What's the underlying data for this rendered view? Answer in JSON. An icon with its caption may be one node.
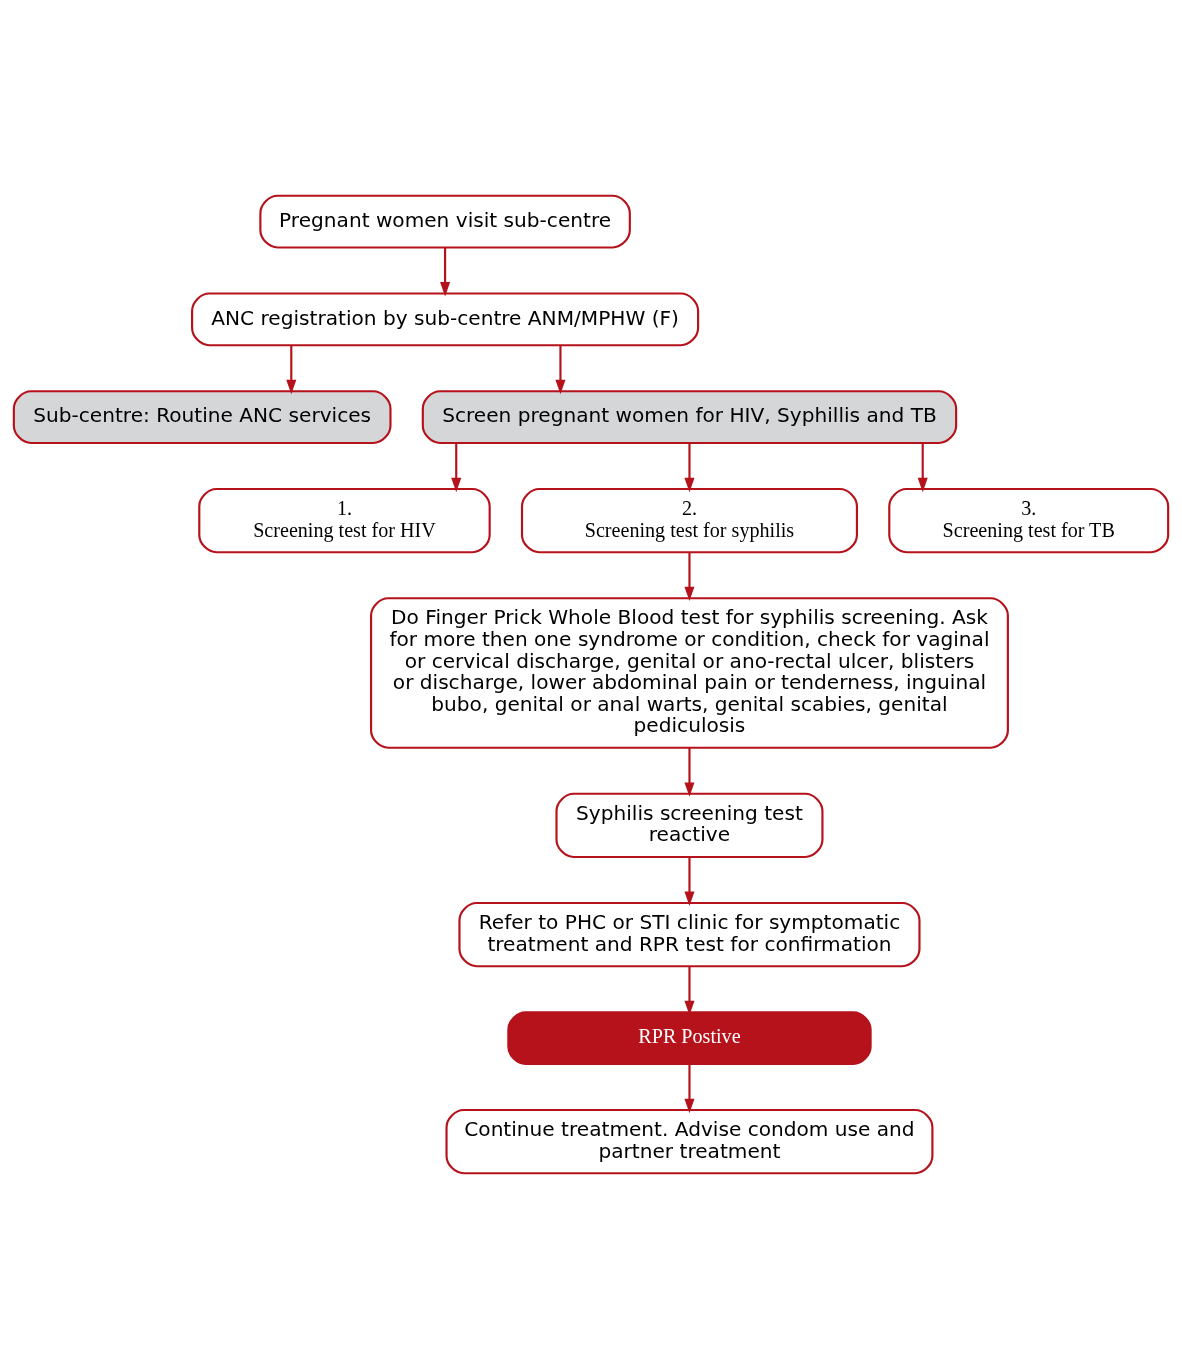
{
  "diagram": {
    "nodes": [
      {
        "text": [
          "Pregnant women visit sub-centre"
        ]
      },
      {
        "text": [
          "ANC registration by sub-centre ANM/MPHW (F)"
        ]
      },
      {
        "text": [
          "Sub-centre: Routine ANC services"
        ]
      },
      {
        "text": [
          "Screen pregnant women for HIV, Syphillis and TB"
        ]
      },
      {
        "text": [
          "1.",
          "Screening test for HIV"
        ]
      },
      {
        "text": [
          "2.",
          "Screening test for syphilis"
        ]
      },
      {
        "text": [
          "3.",
          "Screening test for TB"
        ]
      },
      {
        "text": [
          "Do Finger Prick Whole Blood test for syphilis screening. Ask for more then one syndrome or condition, check for vaginal or cervical discharge, genital or ano-rectal ulcer, blisters or discharge, lower abdominal pain or tenderness, inguinal bubo, genital or anal warts, genital scabies, genital pediculosis"
        ]
      },
      {
        "text": [
          "Syphilis screening test reactive"
        ]
      },
      {
        "text": [
          "Refer to PHC or STI clinic for symptomatic treatment and RPR test for confirmation"
        ]
      },
      {
        "text": [
          "RPR Postive"
        ]
      },
      {
        "text": [
          "Continue treatment. Advise condom use and partner treatment"
        ]
      }
    ],
    "edges": [
      {
        "from": 0,
        "to": 1,
        "arrow": "to"
      },
      {
        "from": 1,
        "to": 2,
        "arrow": "to"
      },
      {
        "from": 1,
        "to": 3,
        "arrow": "to"
      },
      {
        "from": 3,
        "to": 4,
        "arrow": "to"
      },
      {
        "from": 3,
        "to": 5,
        "arrow": "to"
      },
      {
        "from": 3,
        "to": 6,
        "arrow": "to"
      },
      {
        "from": 5,
        "to": 7,
        "arrow": "to"
      },
      {
        "from": 7,
        "to": 8,
        "arrow": "to"
      },
      {
        "from": 8,
        "to": 9,
        "arrow": "to"
      },
      {
        "from": 9,
        "to": 10,
        "arrow": "to"
      },
      {
        "from": 10,
        "to": 11,
        "arrow": "to"
      }
    ]
  }
}
